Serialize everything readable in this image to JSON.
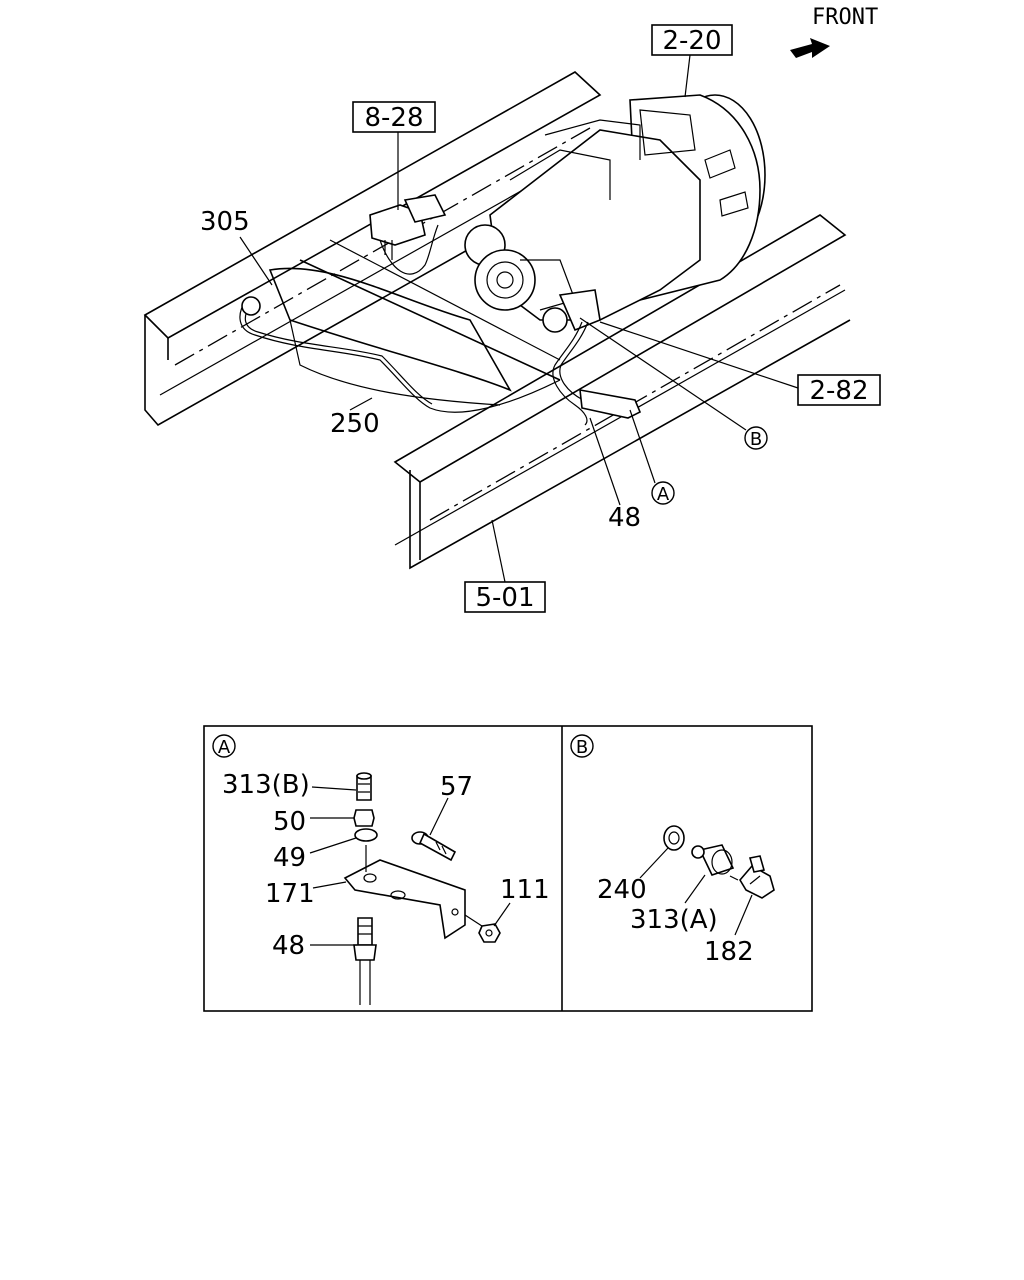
{
  "front_label": "FRONT",
  "refs": {
    "r1": "2-20",
    "r2": "8-28",
    "r3": "2-82",
    "r4": "5-01"
  },
  "main_callouts": {
    "c305": "305",
    "c250": "250",
    "c48": "48",
    "circle_a": "A",
    "circle_b": "B"
  },
  "detail_a": {
    "title": "A",
    "parts": {
      "p313b": "313(B)",
      "p50": "50",
      "p49": "49",
      "p171": "171",
      "p48": "48",
      "p57": "57",
      "p111": "111"
    }
  },
  "detail_b": {
    "title": "B",
    "parts": {
      "p240": "240",
      "p313a": "313(A)",
      "p182": "182"
    }
  }
}
